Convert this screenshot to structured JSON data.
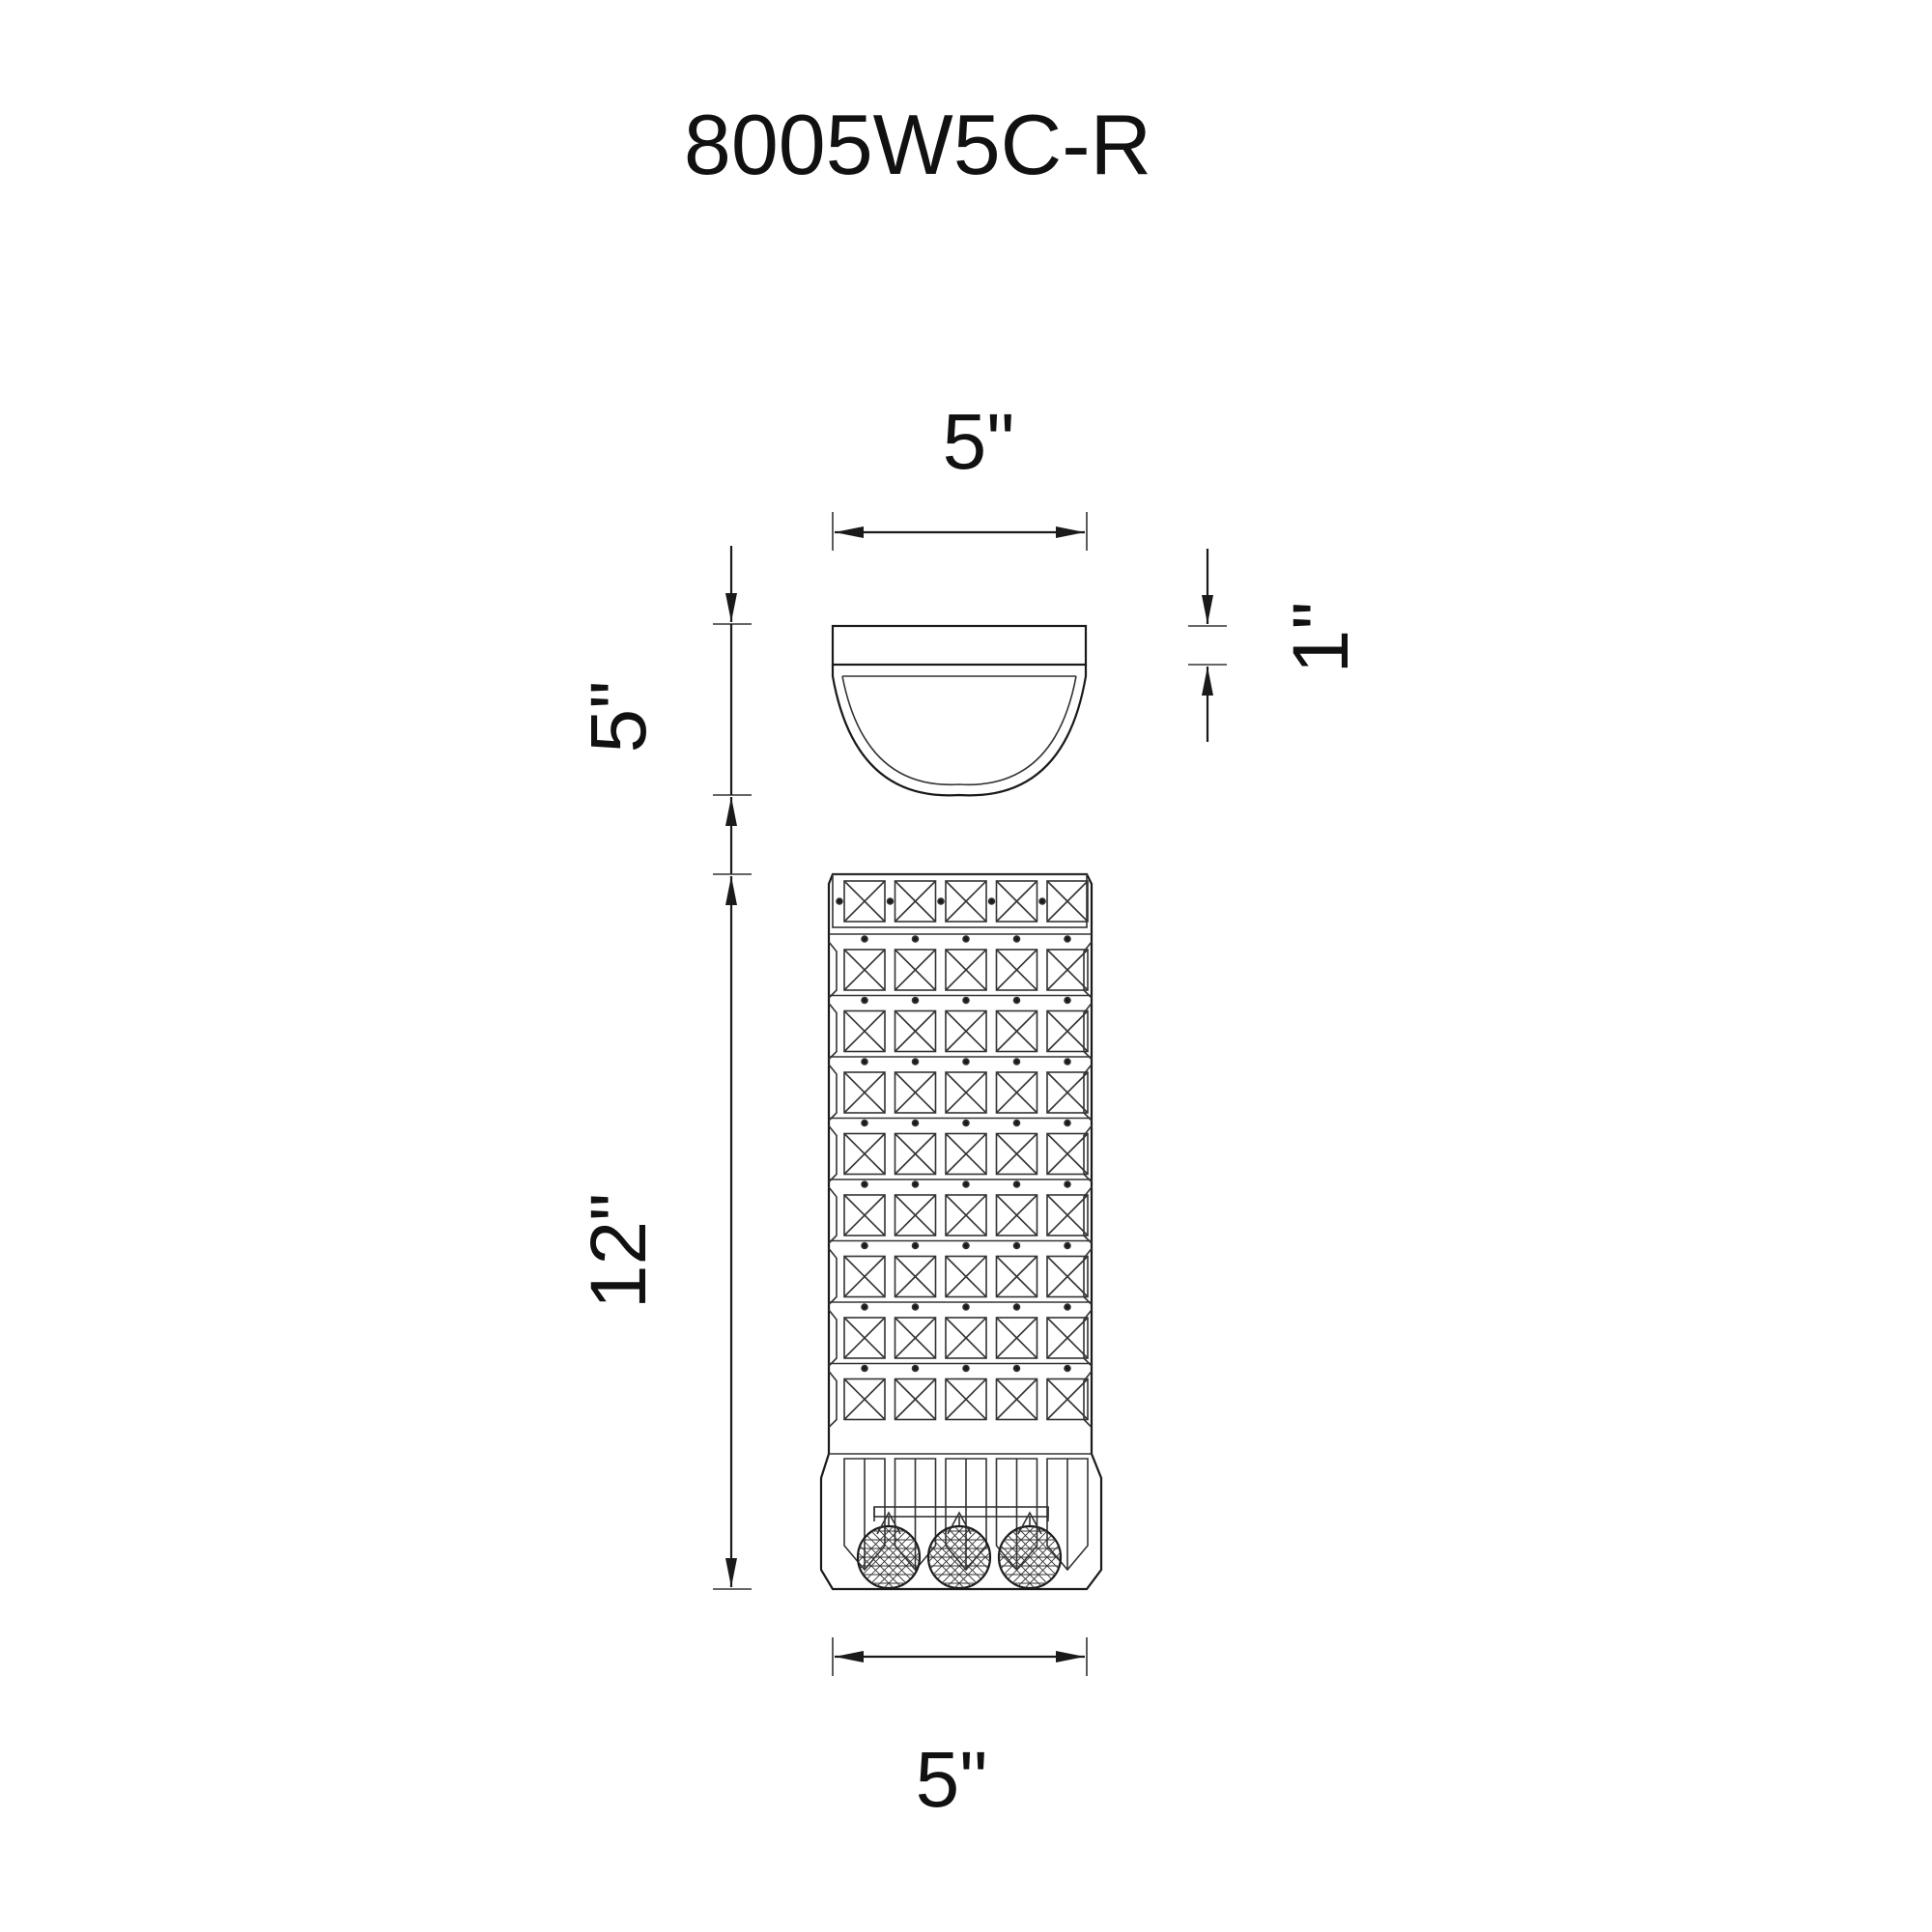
{
  "model_number": "8005W5C-R",
  "dimensions": {
    "top_view_width": "5\"",
    "side_depth": "5\"",
    "canopy_height": "1\"",
    "overall_height": "12\"",
    "bottom_width": "5\""
  },
  "grid": {
    "columns": 5,
    "rows": 8
  },
  "drop_crystals": 3,
  "colors": {
    "line": "#1a1a1a",
    "background": "#ffffff"
  }
}
